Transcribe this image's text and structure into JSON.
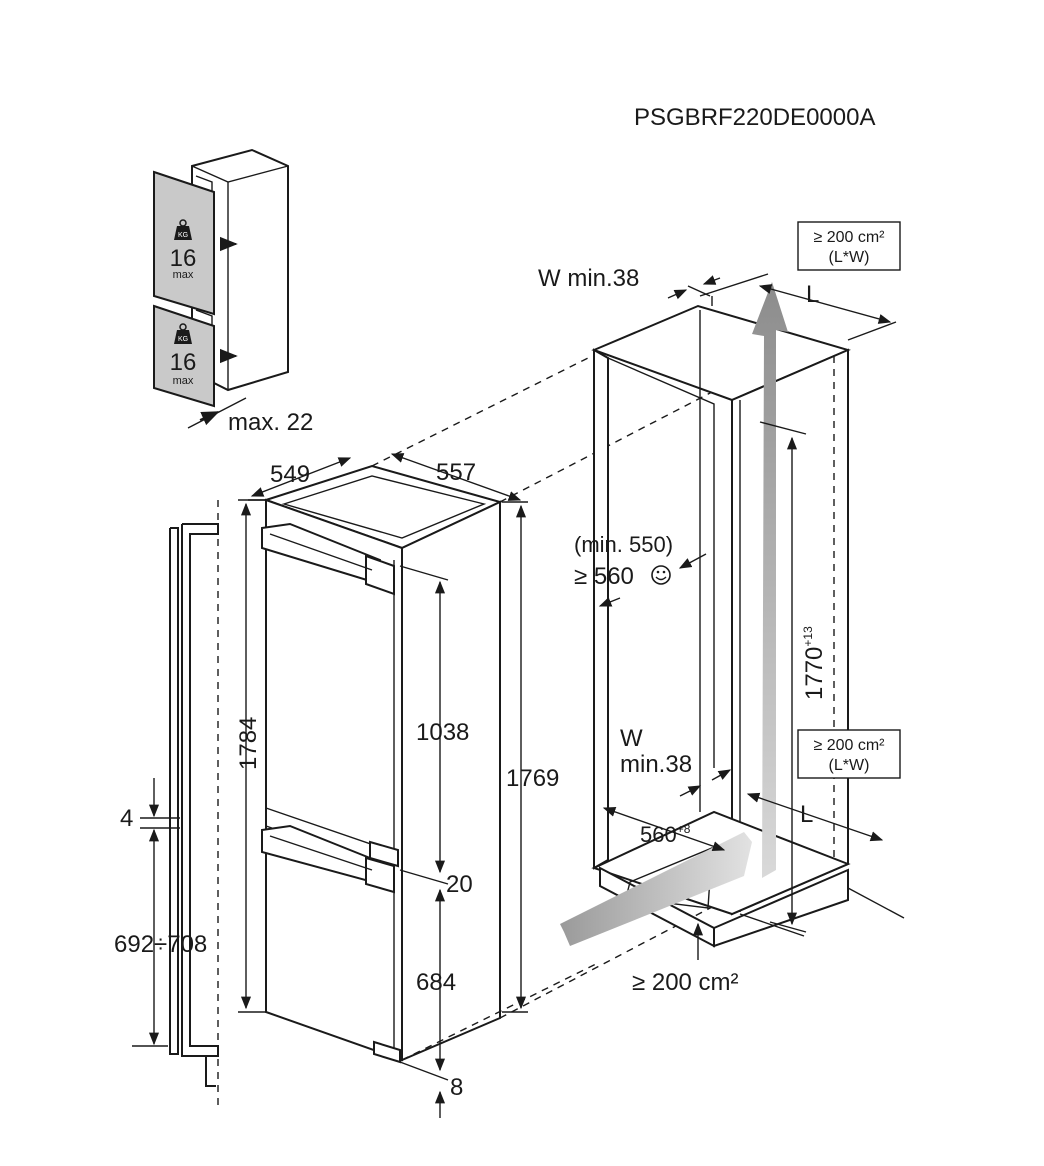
{
  "model_code": "PSGBRF220DE0000A",
  "door_panel": {
    "load_value": "16",
    "load_unit": "max",
    "kg_label": "KG",
    "max_thickness": "max. 22"
  },
  "appliance_dims": {
    "depth": "549",
    "width": "557",
    "total_height": "1784",
    "body_height": "1769",
    "upper_door": "1038",
    "gap": "20",
    "lower_door": "684",
    "bottom_gap": "8"
  },
  "side_profile": {
    "top_gap": "4",
    "lower_range": "692÷708"
  },
  "niche": {
    "wall_top": "W min.38",
    "depth_label": "L",
    "vent_top": "≥ 200 cm²",
    "vent_top_sub": "(L*W)",
    "min_depth": "(min. 550)",
    "depth": "≥ 560",
    "height": "1770",
    "height_tol": "+13",
    "wall_bottom_w": "W",
    "wall_bottom_min": "min.38",
    "vent_mid": "≥ 200 cm²",
    "vent_mid_sub": "(L*W)",
    "bottom_width": "560",
    "bottom_width_tol": "+8",
    "bottom_depth_label": "L",
    "vent_bottom": "≥ 200 cm²"
  }
}
